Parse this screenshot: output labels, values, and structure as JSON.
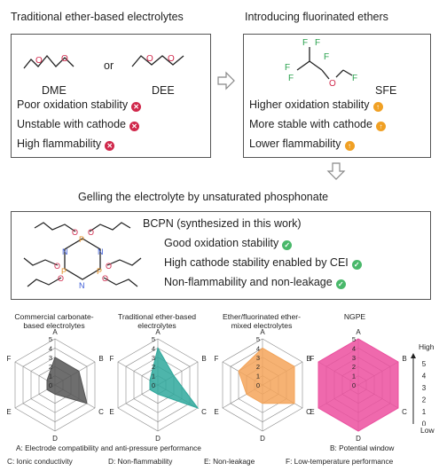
{
  "panel_left": {
    "title": "Traditional ether-based electrolytes",
    "mol1": "DME",
    "or": "or",
    "mol2": "DEE",
    "items": [
      "Poor oxidation stability",
      "Unstable with cathode",
      "High flammability"
    ]
  },
  "panel_right": {
    "title": "Introducing fluorinated ethers",
    "mol": "SFE",
    "atom_f": "F",
    "atom_o": "O",
    "items": [
      "Higher oxidation stability",
      "More stable with cathode",
      "Lower flammability"
    ]
  },
  "panel_mid": {
    "title": "Gelling the electrolyte by unsaturated phosphonate",
    "mol": "BCPN (synthesized in this work)",
    "atom_o": "O",
    "atom_n": "N",
    "atom_p": "P",
    "items": [
      "Good oxidation stability",
      "High cathode stability enabled by CEI",
      "Non-flammability and non-leakage"
    ]
  },
  "icons": {
    "bad": "x-circle-icon",
    "warn": "up-arrow-circle-icon",
    "good": "check-circle-icon"
  },
  "colors": {
    "bad": "#d0284b",
    "warn": "#f0a024",
    "good": "#49b86a"
  },
  "chart_data": {
    "type": "radar",
    "axes": [
      "A",
      "B",
      "C",
      "D",
      "E",
      "F"
    ],
    "ticks": [
      "0",
      "1",
      "2",
      "3",
      "4",
      "5"
    ],
    "range": [
      0,
      5
    ],
    "charts": [
      {
        "title": "Commercial carbonate-based electrolytes",
        "values": [
          3,
          3,
          4,
          1,
          1,
          1
        ],
        "color": "#555555"
      },
      {
        "title": "Traditional ether-based electrolytes",
        "values": [
          4,
          2,
          5,
          1,
          1,
          1
        ],
        "color": "#2fa89c"
      },
      {
        "title": "Ether/fluorinated ether-mixed electrolytes",
        "values": [
          4,
          4,
          4,
          2,
          2,
          3
        ],
        "color": "#f4a55a"
      },
      {
        "title": "NGPE",
        "values": [
          5,
          5,
          5,
          5,
          5,
          5
        ],
        "color": "#ec4f9f"
      }
    ],
    "scale": {
      "high": "High",
      "low": "Low",
      "ticks": [
        "5",
        "4",
        "3",
        "2",
        "1",
        "0"
      ]
    },
    "legend": [
      "A: Electrode compatibility and anti-pressure performance",
      "B: Potential window",
      "C: Ionic conductivity",
      "D: Non-flammability",
      "E: Non-leakage",
      "F: Low-temperature performance"
    ]
  }
}
